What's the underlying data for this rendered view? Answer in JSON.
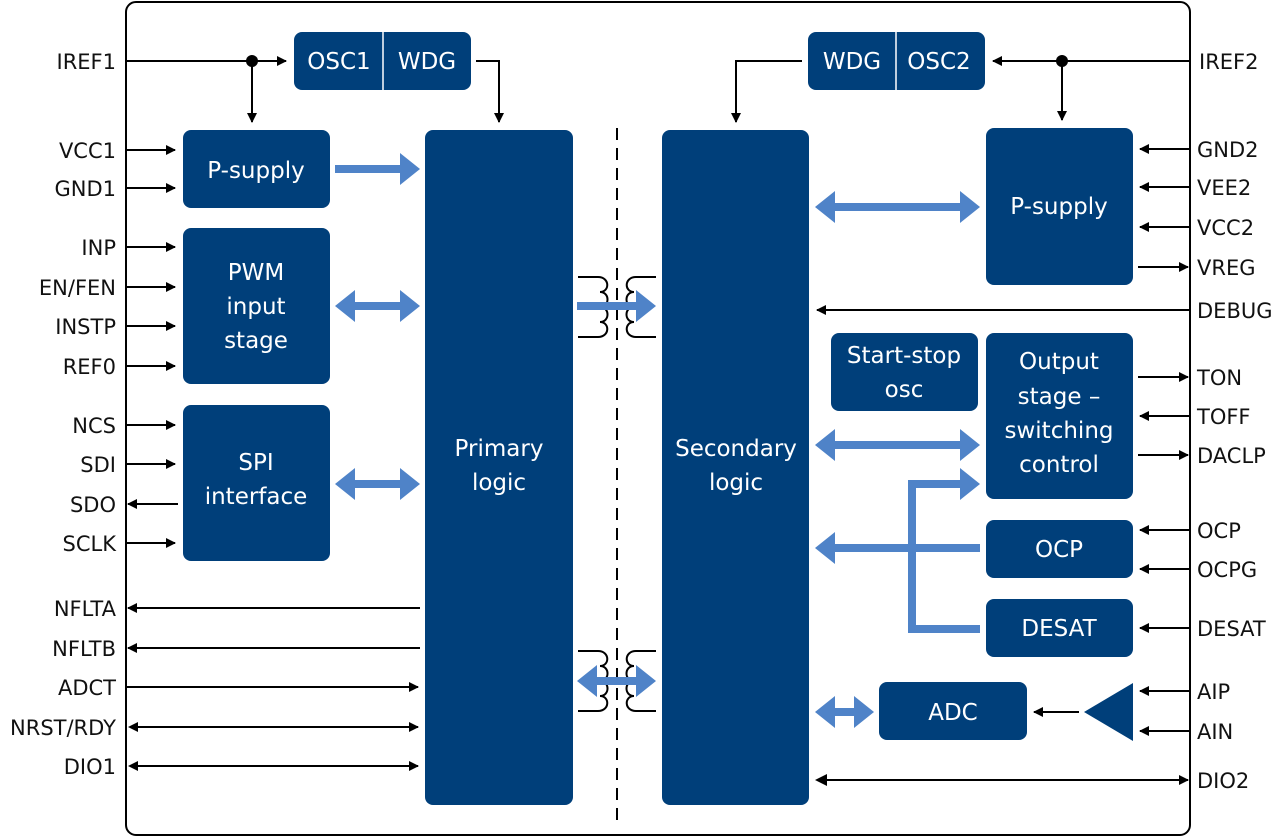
{
  "diagram": {
    "title": "Gate driver block diagram",
    "colors": {
      "block": "#003f7a",
      "bus_arrow": "#4f83c8",
      "signal_line": "#000000",
      "frame": "#000000"
    },
    "blocks": {
      "osc1": "OSC1",
      "wdg1": "WDG",
      "wdg2": "WDG",
      "osc2": "OSC2",
      "psupply1": "P-supply",
      "pwm_line1": "PWM",
      "pwm_line2": "input",
      "pwm_line3": "stage",
      "spi_line1": "SPI",
      "spi_line2": "interface",
      "primary_line1": "Primary",
      "primary_line2": "logic",
      "secondary_line1": "Secondary",
      "secondary_line2": "logic",
      "psupply2": "P-supply",
      "startstop_line1": "Start-stop",
      "startstop_line2": "osc",
      "output_line1": "Output",
      "output_line2": "stage –",
      "output_line3": "switching",
      "output_line4": "control",
      "ocp": "OCP",
      "desat": "DESAT",
      "adc": "ADC"
    },
    "left_pins": {
      "iref1": "IREF1",
      "vcc1": "VCC1",
      "gnd1": "GND1",
      "inp": "INP",
      "en_fen": "EN/FEN",
      "instp": "INSTP",
      "ref0": "REF0",
      "ncs": "NCS",
      "sdi": "SDI",
      "sdo": "SDO",
      "sclk": "SCLK",
      "nflta": "NFLTA",
      "nfltb": "NFLTB",
      "adct": "ADCT",
      "nrst_rdy": "NRST/RDY",
      "dio1": "DIO1"
    },
    "right_pins": {
      "iref2": "IREF2",
      "gnd2": "GND2",
      "vee2": "VEE2",
      "vcc2": "VCC2",
      "vreg": "VREG",
      "debug": "DEBUG",
      "ton": "TON",
      "toff": "TOFF",
      "daclp": "DACLP",
      "ocp": "OCP",
      "ocpg": "OCPG",
      "desat": "DESAT",
      "aip": "AIP",
      "ain": "AIN",
      "dio2": "DIO2"
    }
  }
}
